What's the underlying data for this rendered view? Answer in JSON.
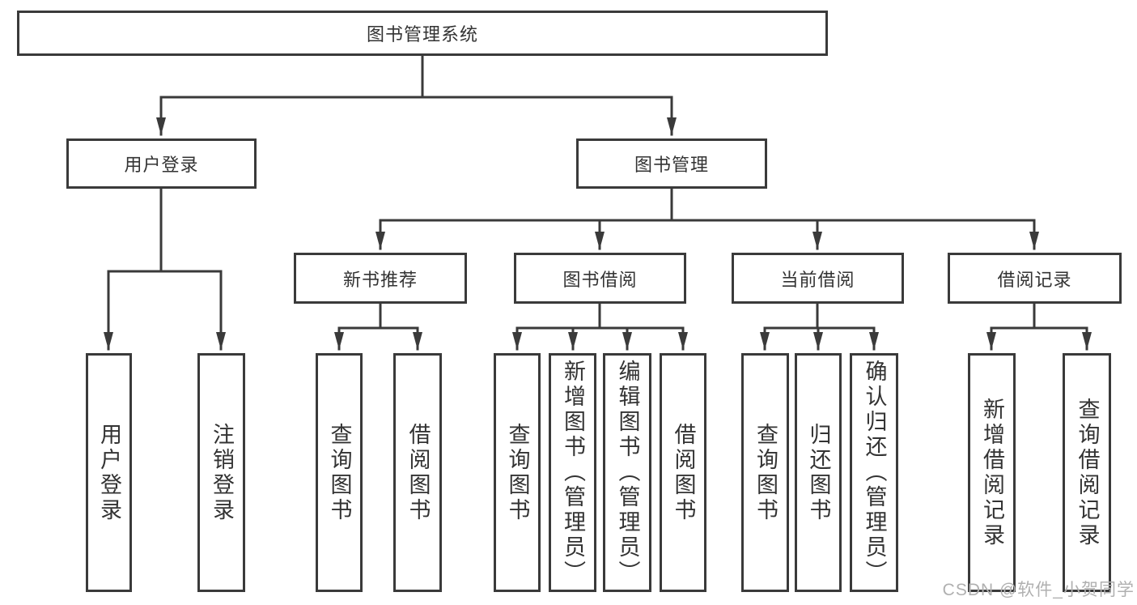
{
  "tree": {
    "label": "图书管理系统",
    "children": [
      {
        "label": "用户登录",
        "children": [
          {
            "label": "用户登录"
          },
          {
            "label": "注销登录"
          }
        ]
      },
      {
        "label": "图书管理",
        "children": [
          {
            "label": "新书推荐",
            "children": [
              {
                "label": "查询图书"
              },
              {
                "label": "借阅图书"
              }
            ]
          },
          {
            "label": "图书借阅",
            "children": [
              {
                "label": "查询图书"
              },
              {
                "label": "新增图书（管理员）"
              },
              {
                "label": "编辑图书（管理员）"
              },
              {
                "label": "借阅图书"
              }
            ]
          },
          {
            "label": "当前借阅",
            "children": [
              {
                "label": "查询图书"
              },
              {
                "label": "归还图书"
              },
              {
                "label": "确认归还（管理员）"
              }
            ]
          },
          {
            "label": "借阅记录",
            "children": [
              {
                "label": "新增借阅记录"
              },
              {
                "label": "查询借阅记录"
              }
            ]
          }
        ]
      }
    ]
  },
  "watermark": "CSDN @软件_小贺同学",
  "colors": {
    "line": "#3a3a3a",
    "text": "#333333",
    "watermark": "#b0b0b0",
    "background": "#ffffff"
  }
}
